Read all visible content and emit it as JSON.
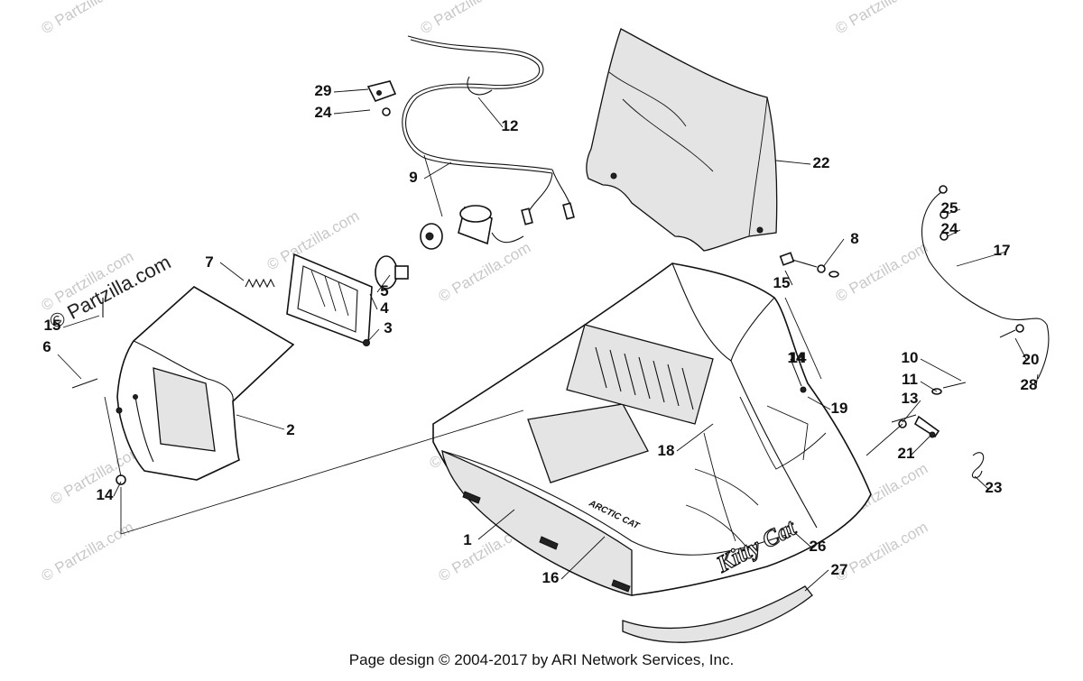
{
  "watermark": {
    "text": "© Partzilla.com",
    "instances": 14
  },
  "callouts": [
    "1",
    "2",
    "3",
    "4",
    "5",
    "6",
    "7",
    "8",
    "9",
    "10",
    "11",
    "12",
    "13",
    "14",
    "14",
    "14",
    "15",
    "15",
    "16",
    "17",
    "18",
    "19",
    "20",
    "21",
    "22",
    "23",
    "24",
    "24",
    "25",
    "26",
    "27",
    "28",
    "29"
  ],
  "body_logos": {
    "hood_badge": "ARCTIC CAT",
    "side_logo": "Kitty Cat"
  },
  "footer": {
    "text": "Page design © 2004-2017 by ARI Network Services, Inc."
  }
}
